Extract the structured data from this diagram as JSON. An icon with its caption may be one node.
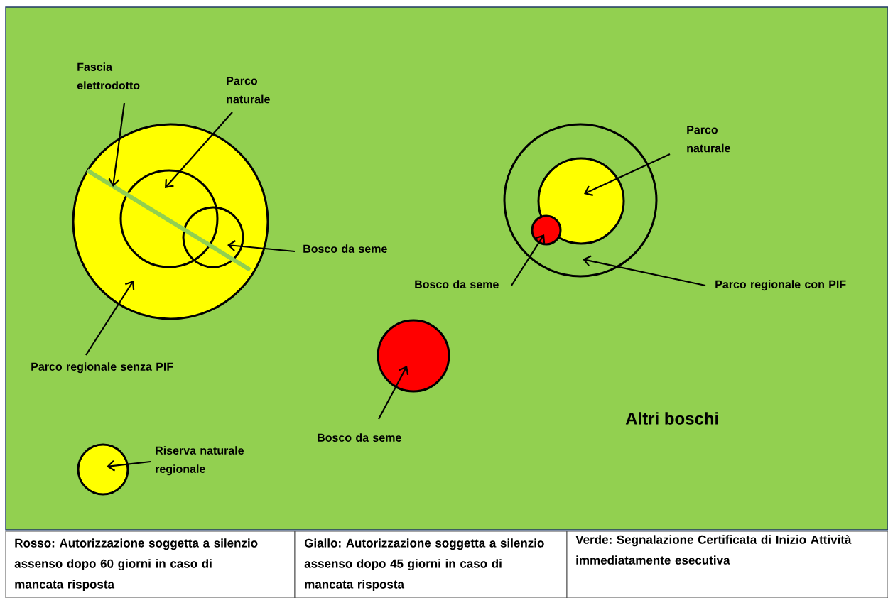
{
  "diagram": {
    "nodes": [
      {
        "text": [
          "Fascia elettrodotto"
        ]
      },
      {
        "text": [
          "Parco naturale"
        ]
      },
      {
        "text": [],
        "shape": "circle"
      },
      {
        "text": [],
        "shape": "circle",
        "in": 2
      },
      {
        "text": [],
        "shape": "circle",
        "in": 2
      },
      {
        "text": [
          "Bosco da seme"
        ]
      },
      {
        "text": [
          "Parco regionale senza PIF"
        ]
      },
      {
        "text": [],
        "shape": "circle"
      },
      {
        "text": [],
        "shape": "circle",
        "in": 7
      },
      {
        "text": [],
        "shape": "circle",
        "in": 7
      },
      {
        "text": [
          "Parco naturale"
        ]
      },
      {
        "text": [
          "Bosco da seme"
        ]
      },
      {
        "text": [
          "Parco regionale con PIF"
        ]
      },
      {
        "text": [],
        "shape": "circle"
      },
      {
        "text": [
          "Bosco da seme"
        ]
      },
      {
        "text": [],
        "shape": "circle"
      },
      {
        "text": [
          "Riserva naturale regionale"
        ]
      }
    ],
    "edges": [
      {
        "from": 0,
        "to": null,
        "arrow": "to"
      },
      {
        "from": 1,
        "to": 3,
        "arrow": "to"
      },
      {
        "from": 5,
        "to": 4,
        "arrow": "to"
      },
      {
        "from": 6,
        "to": 2,
        "arrow": "to"
      },
      {
        "from": 10,
        "to": 8,
        "arrow": "to"
      },
      {
        "from": 11,
        "to": 9,
        "arrow": "to"
      },
      {
        "from": 12,
        "to": 7,
        "arrow": "to"
      },
      {
        "from": 14,
        "to": 13,
        "arrow": "to"
      },
      {
        "from": 16,
        "to": 15,
        "arrow": "to"
      }
    ],
    "labels": [
      "Altri boschi",
      "Rosso: Autorizzazione soggetta a silenzio assenso dopo 60 giorni in caso di mancata risposta",
      "Giallo: Autorizzazione soggetta a silenzio assenso dopo 45 giorni in caso di mancata risposta",
      "Verde: Segnalazione Certificata di Inizio Attività immediatamente esecutiva"
    ]
  }
}
